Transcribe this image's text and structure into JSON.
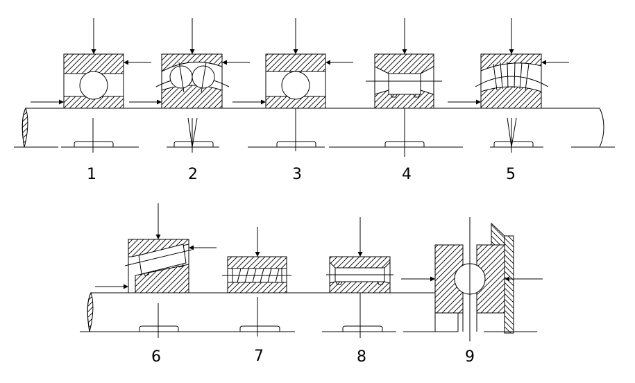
{
  "figure": {
    "bearing_labels": [
      "1",
      "2",
      "3",
      "4",
      "5",
      "6",
      "7",
      "8",
      "9"
    ]
  }
}
